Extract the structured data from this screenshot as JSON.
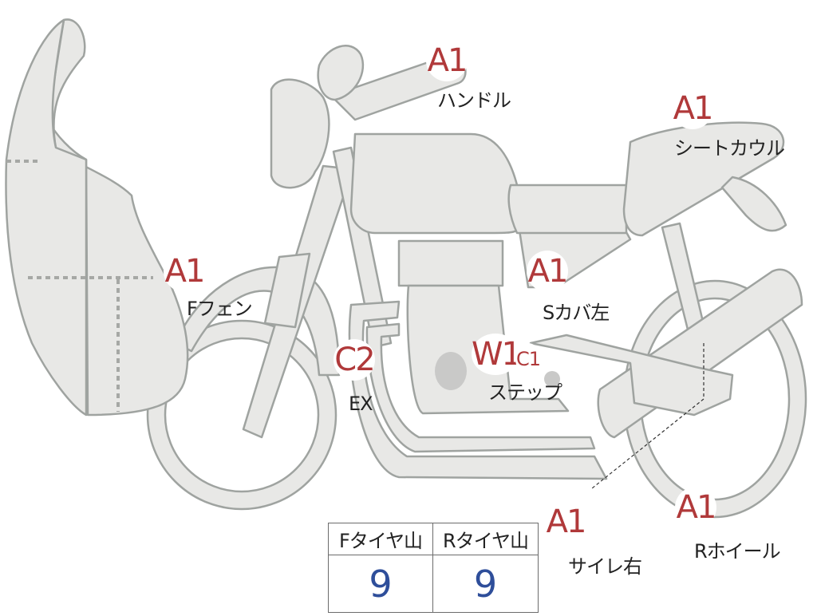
{
  "diagram": {
    "fill_color": "#e8e8e6",
    "stroke_color": "#9fa3a0",
    "grade_color": "#b0393a",
    "value_color": "#2e4e9a"
  },
  "callouts": [
    {
      "id": "handle",
      "grade": "A1",
      "part": "ハンドル"
    },
    {
      "id": "seat-cowl",
      "grade": "A1",
      "part": "シートカウル"
    },
    {
      "id": "f-fender",
      "grade": "A1",
      "part": "Fフェン"
    },
    {
      "id": "s-cover-left",
      "grade": "A1",
      "part": "Sカバ左"
    },
    {
      "id": "ex",
      "grade": "C2",
      "part": "EX"
    },
    {
      "id": "step",
      "grade": "W1",
      "grade2": "C1",
      "part": "ステップ"
    },
    {
      "id": "silencer-right",
      "grade": "A1",
      "part": "サイレ右"
    },
    {
      "id": "r-wheel",
      "grade": "A1",
      "part": "Rホイール"
    }
  ],
  "tire_table": {
    "front_label": "Fタイヤ山",
    "rear_label": "Rタイヤ山",
    "front_value": "9",
    "rear_value": "9"
  }
}
